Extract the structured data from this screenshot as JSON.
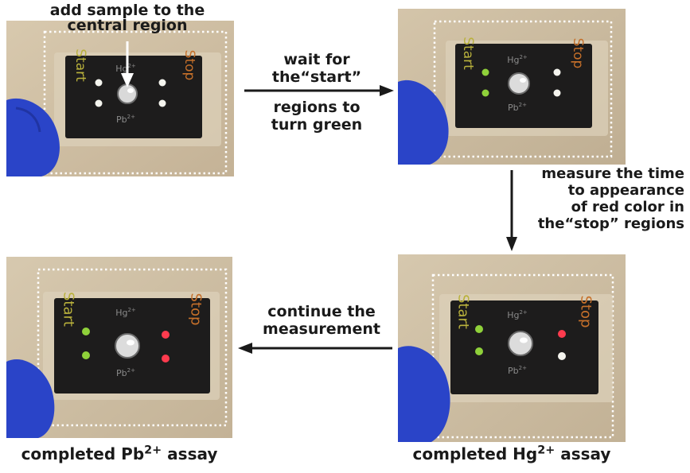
{
  "panels": [
    {
      "id": "top-left",
      "overlay_label": "add sample to the\ncentral region",
      "chip": {
        "start_text": "Start",
        "stop_text": "Stop",
        "hg_label": "Hg",
        "hg_sup": "2+",
        "pb_label": "Pb",
        "pb_sup": "2+",
        "start_dots": [
          "#f4f4ee",
          "#f4f4ee"
        ],
        "stop_dots": [
          "#f4f4ee",
          "#f4f4ee"
        ]
      }
    },
    {
      "id": "top-right",
      "chip": {
        "start_text": "Start",
        "stop_text": "Stop",
        "hg_label": "Hg",
        "hg_sup": "2+",
        "pb_label": "Pb",
        "pb_sup": "2+",
        "start_dots": [
          "#8fd13a",
          "#8fd13a"
        ],
        "stop_dots": [
          "#f4f4ee",
          "#f4f4ee"
        ]
      }
    },
    {
      "id": "bottom-right",
      "chip": {
        "start_text": "Start",
        "stop_text": "Stop",
        "hg_label": "Hg",
        "hg_sup": "2+",
        "pb_label": "Pb",
        "pb_sup": "2+",
        "start_dots": [
          "#8fd13a",
          "#8fd13a"
        ],
        "stop_dots": [
          "#ff3b4e",
          "#f4f4ee"
        ]
      }
    },
    {
      "id": "bottom-left",
      "chip": {
        "start_text": "Start",
        "stop_text": "Stop",
        "hg_label": "Hg",
        "hg_sup": "2+",
        "pb_label": "Pb",
        "pb_sup": "2+",
        "start_dots": [
          "#8fd13a",
          "#8fd13a"
        ],
        "stop_dots": [
          "#ff3b4e",
          "#ff3b4e"
        ]
      }
    }
  ],
  "steps": {
    "step1_line1": "wait for",
    "step1_line2": "the“start”",
    "step1_line3": "regions to",
    "step1_line4": "turn green",
    "step2_line1": "measure the time",
    "step2_line2": "to appearance",
    "step2_line3": "of red color in",
    "step2_line4": "the“stop” regions",
    "step3_line1": "continue the",
    "step3_line2": "measurement"
  },
  "captions": {
    "pb_prefix": "completed Pb",
    "pb_sup": "2+",
    "pb_suffix": " assay",
    "hg_prefix": "completed Hg",
    "hg_sup": "2+",
    "hg_suffix": " assay"
  },
  "colors": {
    "background_photo": "#cdbda3",
    "chip_dark": "#1d1c1c",
    "glove_blue": "#2a44c8",
    "start_text": "#b9b13c",
    "stop_text": "#c6702a",
    "green_dot": "#8fd13a",
    "red_dot": "#ff3b4e",
    "white_dot": "#f4f4ee"
  }
}
